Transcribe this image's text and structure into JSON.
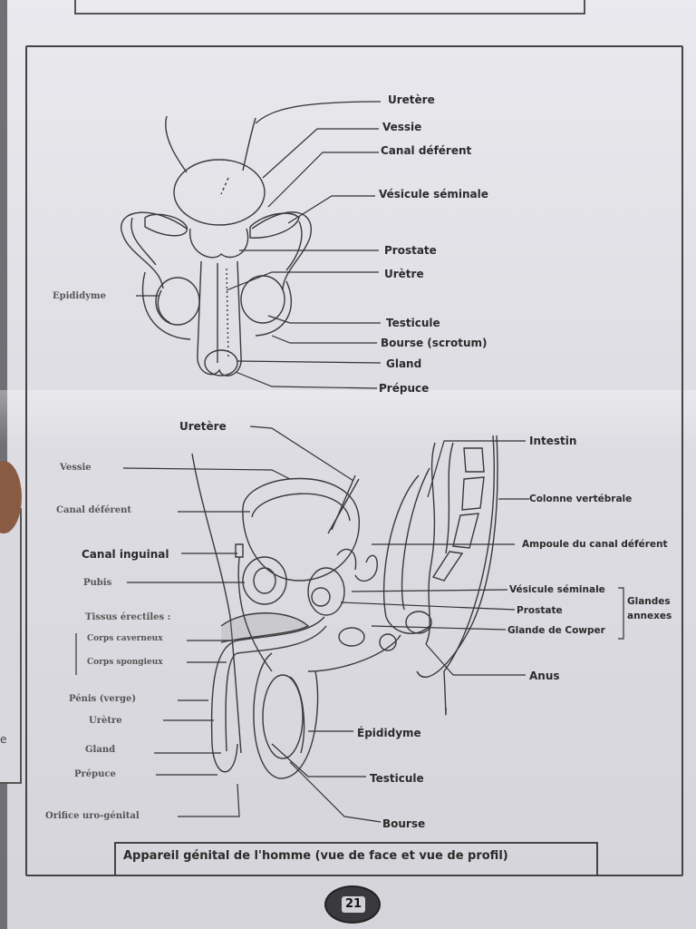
{
  "front_view": {
    "labels": {
      "uretere": "Uretère",
      "vessie": "Vessie",
      "canal_deferent": "Canal déférent",
      "vesicule_seminale": "Vésicule séminale",
      "prostate": "Prostate",
      "uretre": "Urètre",
      "epididyme": "Epididyme",
      "testicule": "Testicule",
      "bourse": "Bourse (scrotum)",
      "gland": "Gland",
      "prepuce": "Prépuce"
    }
  },
  "side_view": {
    "labels": {
      "uretere": "Uretère",
      "intestin": "Intestin",
      "vessie": "Vessie",
      "colonne": "Colonne vertébrale",
      "canal_deferent": "Canal déférent",
      "ampoule": "Ampoule du canal déférent",
      "canal_inguinal": "Canal inguinal",
      "pubis": "Pubis",
      "vesicule_seminale": "Vésicule séminale",
      "glandes_annexes": "Glandes annexes",
      "prostate": "Prostate",
      "tissus_erectiles": "Tissus érectiles :",
      "glande_cowper": "Glande de Cowper",
      "corps_caverneux": "Corps caverneux",
      "corps_spongieux": "Corps spongieux",
      "anus": "Anus",
      "penis": "Pénis (verge)",
      "uretre": "Urètre",
      "epididyme": "Épididyme",
      "gland": "Gland",
      "testicule": "Testicule",
      "prepuce": "Prépuce",
      "orifice": "Orifice uro-génital",
      "bourse": "Bourse"
    }
  },
  "caption": "Appareil génital de l'homme (vue de face et vue de profil)",
  "page_number": "21",
  "edge_mark": "e"
}
